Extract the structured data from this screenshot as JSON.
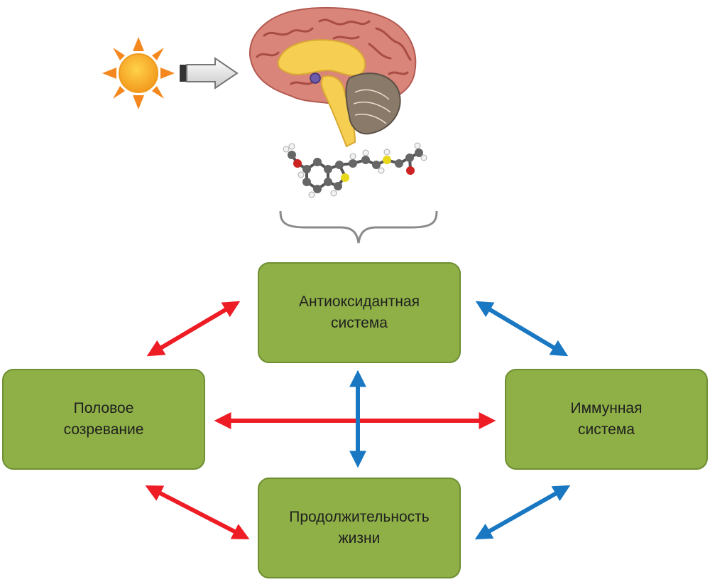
{
  "nodes": {
    "antioxidant": {
      "line1": "Антиоксидантная",
      "line2": "система"
    },
    "puberty": {
      "line1": "Половое",
      "line2": "созревание"
    },
    "immune": {
      "line1": "Иммунная",
      "line2": "система"
    },
    "lifespan": {
      "line1": "Продолжительность",
      "line2": "жизни"
    }
  },
  "colors": {
    "box_fill": "#8fb047",
    "box_border": "#6e8f32",
    "arrow_red": "#ee1c25",
    "arrow_blue": "#1a78c2",
    "sun": "#f7941d",
    "brain_pink": "#d9857a",
    "brain_yellow": "#f6cf52",
    "cerebellum": "#8a7a6a"
  },
  "icons": [
    "sun-icon",
    "light-arrow-icon",
    "brain-icon",
    "melatonin-molecule-icon",
    "curly-brace-icon"
  ],
  "connections": [
    {
      "from": "antioxidant",
      "to": "puberty",
      "color": "red",
      "bidirectional": true
    },
    {
      "from": "antioxidant",
      "to": "immune",
      "color": "blue",
      "bidirectional": true
    },
    {
      "from": "antioxidant",
      "to": "lifespan",
      "color": "blue",
      "bidirectional": true
    },
    {
      "from": "puberty",
      "to": "immune",
      "color": "red",
      "bidirectional": true
    },
    {
      "from": "puberty",
      "to": "lifespan",
      "color": "red",
      "bidirectional": true
    },
    {
      "from": "immune",
      "to": "lifespan",
      "color": "blue",
      "bidirectional": true
    }
  ]
}
